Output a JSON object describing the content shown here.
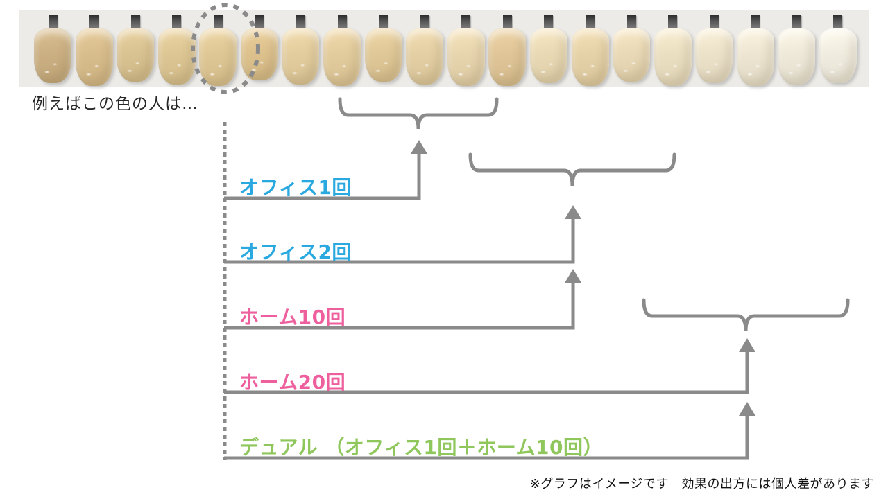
{
  "shade_guide": {
    "strip_bg": "#ecebe8",
    "tab_color": "#4a4a4a",
    "circled_tooth_index": 5,
    "tooth_colors": [
      "#cbb083",
      "#d8bd8c",
      "#dac392",
      "#ddc694",
      "#dfc795",
      "#ddc28e",
      "#e3cd9f",
      "#e2cb9d",
      "#e0c898",
      "#e4cfa4",
      "#e7d5ae",
      "#dfc597",
      "#e9d9b4",
      "#e6d2a8",
      "#ead9b6",
      "#ebdfc2",
      "#ece2ca",
      "#ede5d1",
      "#eee9d9",
      "#f0ecdf"
    ]
  },
  "annotations": {
    "example_label": "例えばこの色の人は…",
    "footnote": "※グラフはイメージです　効果の出方には個人差があります"
  },
  "treatments": [
    {
      "label": "オフィス1回",
      "color": "#2aa9e0"
    },
    {
      "label": "オフィス2回",
      "color": "#2aa9e0"
    },
    {
      "label": "ホーム10回",
      "color": "#ed5f9d"
    },
    {
      "label": "ホーム20回",
      "color": "#ed5f9d"
    },
    {
      "label": "デュアル （オフィス1回＋ホーム10回）",
      "color": "#8fc75c"
    }
  ],
  "diagram": {
    "line_color": "#8a8a8a"
  }
}
